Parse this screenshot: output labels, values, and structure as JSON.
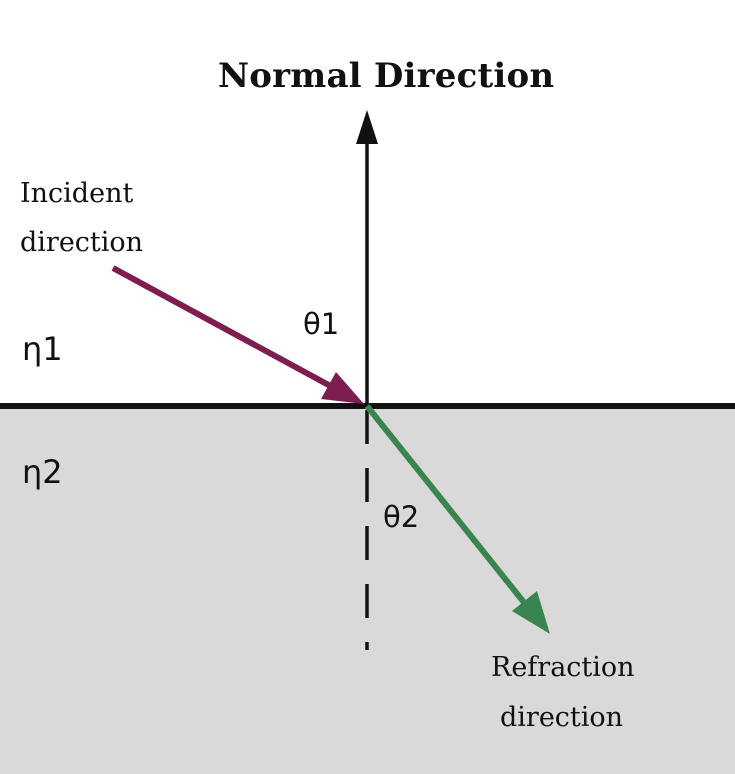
{
  "title": "Normal Direction",
  "incident_label": [
    "Incident",
    "direction"
  ],
  "refraction_label": [
    "Refraction",
    "direction"
  ],
  "medium_labels": {
    "upper": "η1",
    "lower": "η2"
  },
  "angle_labels": {
    "incident": "θ1",
    "refraction": "θ2"
  },
  "colors": {
    "incident_ray": "#7d1e4f",
    "refraction_ray": "#3a8450",
    "lower_medium": "#d9d9d9",
    "lines": "#111111"
  }
}
